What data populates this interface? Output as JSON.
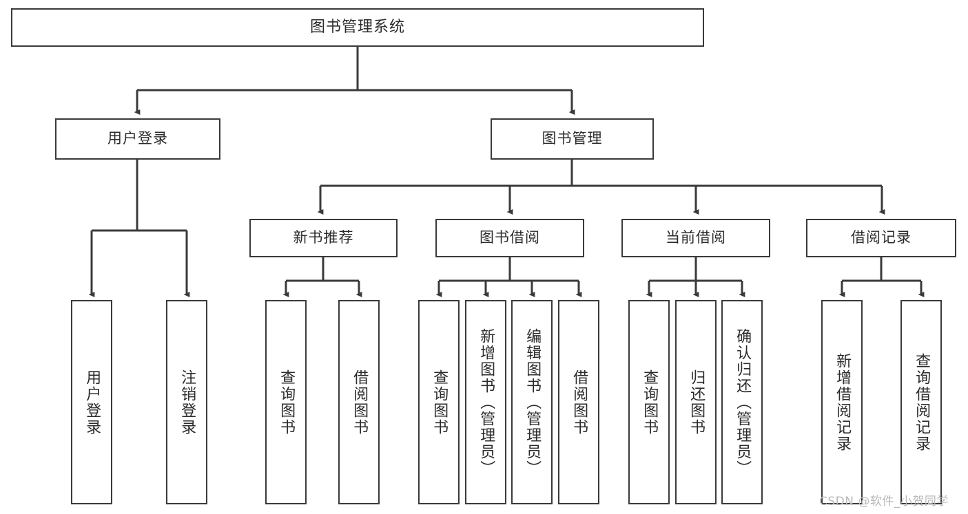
{
  "diagram": {
    "type": "tree",
    "title": "图书管理系统",
    "orientation": "top-down",
    "colors": {
      "stroke": "#3a3a3a",
      "node_fill": "#ffffff",
      "text": "#2b2b2b",
      "background": "#ffffff",
      "watermark": "#b9b9b9"
    }
  },
  "watermark": {
    "text": "CSDN @软件_小贺同学"
  },
  "nodes": {
    "root": {
      "label": "图书管理系统",
      "level": 1
    },
    "user_login": {
      "label": "用户登录",
      "level": 2
    },
    "book_manage": {
      "label": "图书管理",
      "level": 2
    },
    "new_book_rec": {
      "label": "新书推荐",
      "level": 3
    },
    "book_borrow": {
      "label": "图书借阅",
      "level": 3
    },
    "current_borrow": {
      "label": "当前借阅",
      "level": 3
    },
    "borrow_record": {
      "label": "借阅记录",
      "level": 3
    },
    "leaf_user_login": {
      "label": "用户登录",
      "level": 3
    },
    "leaf_logout": {
      "label": "注销登录",
      "level": 3
    },
    "leaf_query_book_1": {
      "label": "查询图书",
      "level": 4
    },
    "leaf_borrow_book_1": {
      "label": "借阅图书",
      "level": 4
    },
    "leaf_query_book_2": {
      "label": "查询图书",
      "level": 4
    },
    "leaf_add_book": {
      "label": "新增图书（管理员）",
      "level": 4
    },
    "leaf_edit_book": {
      "label": "编辑图书（管理员）",
      "level": 4
    },
    "leaf_borrow_book_2": {
      "label": "借阅图书",
      "level": 4
    },
    "leaf_query_book_3": {
      "label": "查询图书",
      "level": 4
    },
    "leaf_return_book": {
      "label": "归还图书",
      "level": 4
    },
    "leaf_confirm_return": {
      "label": "确认归还（管理员）",
      "level": 4
    },
    "leaf_add_record": {
      "label": "新增借阅记录",
      "level": 4
    },
    "leaf_query_record": {
      "label": "查询借阅记录",
      "level": 4
    }
  },
  "edges": [
    {
      "from": "root",
      "to": "user_login"
    },
    {
      "from": "root",
      "to": "book_manage"
    },
    {
      "from": "user_login",
      "to": "leaf_user_login"
    },
    {
      "from": "user_login",
      "to": "leaf_logout"
    },
    {
      "from": "book_manage",
      "to": "new_book_rec"
    },
    {
      "from": "book_manage",
      "to": "book_borrow"
    },
    {
      "from": "book_manage",
      "to": "current_borrow"
    },
    {
      "from": "book_manage",
      "to": "borrow_record"
    },
    {
      "from": "new_book_rec",
      "to": "leaf_query_book_1"
    },
    {
      "from": "new_book_rec",
      "to": "leaf_borrow_book_1"
    },
    {
      "from": "book_borrow",
      "to": "leaf_query_book_2"
    },
    {
      "from": "book_borrow",
      "to": "leaf_add_book"
    },
    {
      "from": "book_borrow",
      "to": "leaf_edit_book"
    },
    {
      "from": "book_borrow",
      "to": "leaf_borrow_book_2"
    },
    {
      "from": "current_borrow",
      "to": "leaf_query_book_3"
    },
    {
      "from": "current_borrow",
      "to": "leaf_return_book"
    },
    {
      "from": "current_borrow",
      "to": "leaf_confirm_return"
    },
    {
      "from": "borrow_record",
      "to": "leaf_add_record"
    },
    {
      "from": "borrow_record",
      "to": "leaf_query_record"
    }
  ]
}
